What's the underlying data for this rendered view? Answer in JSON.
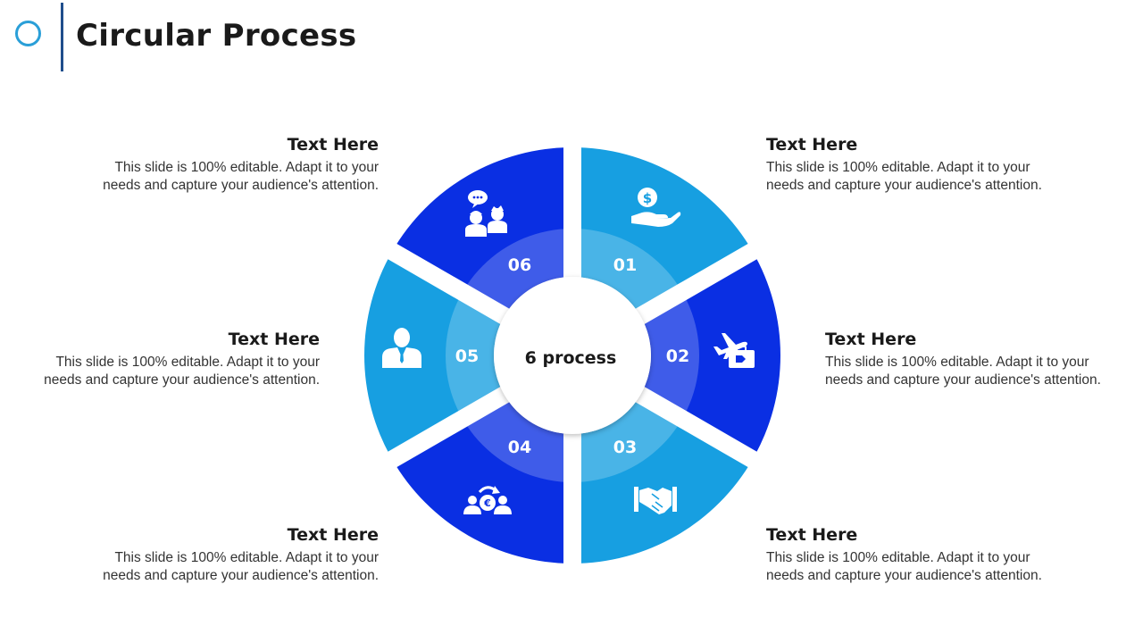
{
  "title": "Circular Process",
  "center_label": "6 process",
  "colors": {
    "light_blue": "#179fe1",
    "dark_blue": "#0a2fe3",
    "accent_ring": "#2a9fd8",
    "header_bar": "#1f4e8c"
  },
  "steps": [
    {
      "number": "01",
      "icon": "dollar-hand-icon",
      "heading": "Text Here",
      "text": "This slide is 100% editable. Adapt it to your needs and capture your audience's attention."
    },
    {
      "number": "02",
      "icon": "airplane-luggage-icon",
      "heading": "Text Here",
      "text": "This slide is 100% editable. Adapt it to your needs and capture your audience's attention."
    },
    {
      "number": "03",
      "icon": "handshake-icon",
      "heading": "Text Here",
      "text": "This slide is 100% editable. Adapt it to your needs and capture your audience's attention."
    },
    {
      "number": "04",
      "icon": "euro-exchange-icon",
      "heading": "Text Here",
      "text": "This slide is 100% editable. Adapt it to your needs and capture your audience's attention."
    },
    {
      "number": "05",
      "icon": "businessman-icon",
      "heading": "Text Here",
      "text": "This slide is 100% editable. Adapt it to your needs and capture your audience's attention."
    },
    {
      "number": "06",
      "icon": "team-chat-icon",
      "heading": "Text Here",
      "text": "This slide is 100% editable. Adapt it to your needs and capture your audience's attention."
    }
  ]
}
